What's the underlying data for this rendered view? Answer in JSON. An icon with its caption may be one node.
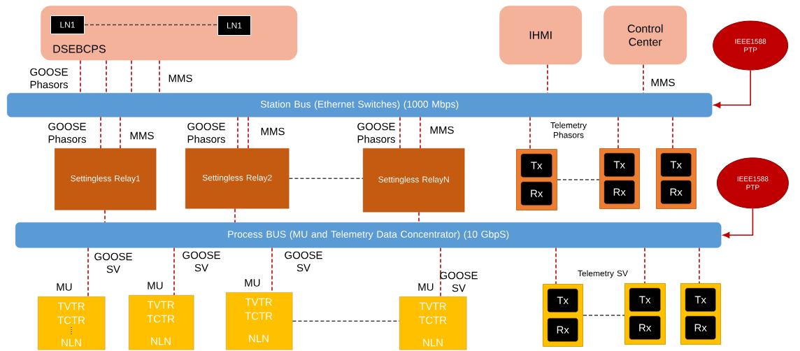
{
  "diagram": {
    "nodes": [
      {
        "text": [
          "DSEBCPS"
        ]
      },
      {
        "text": [
          "LN1"
        ],
        "in": 0
      },
      {
        "text": [
          "LN1"
        ],
        "in": 0
      },
      {
        "text": [
          "IHMI"
        ]
      },
      {
        "text": [
          "Control Center"
        ]
      },
      {
        "text": [
          "IEEE1588 PTP"
        ]
      },
      {
        "text": [
          "Station Bus (Ethernet Switches) (1000 Mbps)"
        ]
      },
      {
        "text": [
          "Settingless Relay1"
        ]
      },
      {
        "text": [
          "Settingless Relay2"
        ]
      },
      {
        "text": [
          "Settingless RelayN"
        ]
      },
      {
        "text": [],
        "shape": "box"
      },
      {
        "text": [
          "Tx"
        ],
        "in": 10
      },
      {
        "text": [
          "Rx"
        ],
        "in": 10
      },
      {
        "text": [],
        "shape": "box"
      },
      {
        "text": [
          "Tx"
        ],
        "in": 13
      },
      {
        "text": [
          "Rx"
        ],
        "in": 13
      },
      {
        "text": [],
        "shape": "box"
      },
      {
        "text": [
          "Tx"
        ],
        "in": 16
      },
      {
        "text": [
          "Rx"
        ],
        "in": 16
      },
      {
        "text": [
          "IEEE1588 PTP"
        ]
      },
      {
        "text": [
          "Process BUS (MU and Telemetry Data Concentrator) (10 GbpS)"
        ]
      },
      {
        "text": [
          "TVTR",
          "TCTR",
          "NLN"
        ],
        "beside": [
          "MU"
        ]
      },
      {
        "text": [
          "TVTR",
          "TCTR",
          "NLN"
        ],
        "beside": [
          "MU"
        ]
      },
      {
        "text": [
          "TVTR",
          "TCTR",
          "NLN"
        ],
        "beside": [
          "MU"
        ]
      },
      {
        "text": [
          "TVTR",
          "TCTR",
          "NLN"
        ],
        "beside": [
          "MU"
        ]
      },
      {
        "text": [],
        "shape": "box"
      },
      {
        "text": [
          "Tx"
        ],
        "in": 25
      },
      {
        "text": [
          "Rx"
        ],
        "in": 25
      },
      {
        "text": [],
        "shape": "box"
      },
      {
        "text": [
          "Tx"
        ],
        "in": 28
      },
      {
        "text": [
          "Rx"
        ],
        "in": 28
      },
      {
        "text": [],
        "shape": "box"
      },
      {
        "text": [
          "Tx"
        ],
        "in": 31
      },
      {
        "text": [
          "Rx"
        ],
        "in": 31
      }
    ],
    "edges": [
      {
        "from": 0,
        "to": 6,
        "arrow": "none",
        "style": "dashed",
        "label": "GOOSE Phasors"
      },
      {
        "from": 0,
        "to": 6,
        "arrow": "none",
        "style": "dashed"
      },
      {
        "from": 0,
        "to": 6,
        "arrow": "none",
        "style": "dashed"
      },
      {
        "from": 0,
        "to": 6,
        "arrow": "none",
        "style": "dashed",
        "label": "MMS"
      },
      {
        "from": 3,
        "to": 6,
        "arrow": "none",
        "style": "dashed"
      },
      {
        "from": 4,
        "to": 6,
        "arrow": "none",
        "style": "dashed",
        "label": "MMS"
      },
      {
        "from": 5,
        "to": 6,
        "arrow": "to"
      },
      {
        "from": 6,
        "to": 7,
        "arrow": "none",
        "style": "dashed",
        "label": "GOOSE Phasors"
      },
      {
        "from": 6,
        "to": 7,
        "arrow": "none",
        "style": "dashed",
        "label": "MMS"
      },
      {
        "from": 6,
        "to": 8,
        "arrow": "none",
        "style": "dashed",
        "label": "GOOSE Phasors"
      },
      {
        "from": 6,
        "to": 8,
        "arrow": "none",
        "style": "dashed",
        "label": "MMS"
      },
      {
        "from": 6,
        "to": 9,
        "arrow": "none",
        "style": "dashed",
        "label": "GOOSE Phasors"
      },
      {
        "from": 6,
        "to": 9,
        "arrow": "none",
        "style": "dashed",
        "label": "MMS"
      },
      {
        "from": 8,
        "to": 9,
        "arrow": "none",
        "style": "dashed",
        "color": "#404040"
      },
      {
        "from": 6,
        "to": 10,
        "arrow": "none",
        "style": "dashed"
      },
      {
        "from": 6,
        "to": 13,
        "arrow": "none",
        "style": "dashed"
      },
      {
        "from": 6,
        "to": 16,
        "arrow": "none",
        "style": "dashed"
      },
      {
        "from": 10,
        "to": 13,
        "arrow": "none",
        "style": "dashed",
        "color": "#404040"
      },
      {
        "from": 7,
        "to": 20,
        "arrow": "none",
        "style": "dashed"
      },
      {
        "from": 8,
        "to": 20,
        "arrow": "none",
        "style": "dashed"
      },
      {
        "from": 9,
        "to": 20,
        "arrow": "none",
        "style": "dashed"
      },
      {
        "from": 19,
        "to": 20,
        "arrow": "to"
      },
      {
        "from": 1,
        "to": 2,
        "arrow": "none",
        "style": "dashed",
        "color": "#404040"
      },
      {
        "from": 20,
        "to": 21,
        "arrow": "none",
        "style": "dashed",
        "label": "GOOSE SV"
      },
      {
        "from": 20,
        "to": 22,
        "arrow": "none",
        "style": "dashed",
        "label": "GOOSE SV"
      },
      {
        "from": 20,
        "to": 23,
        "arrow": "none",
        "style": "dashed",
        "label": "GOOSE SV"
      },
      {
        "from": 20,
        "to": 24,
        "arrow": "none",
        "style": "dashed",
        "label": "GOOSE SV"
      },
      {
        "from": 23,
        "to": 24,
        "arrow": "none",
        "style": "dashed",
        "color": "#404040"
      },
      {
        "from": 20,
        "to": 25,
        "arrow": "none",
        "style": "dashed"
      },
      {
        "from": 20,
        "to": 28,
        "arrow": "none",
        "style": "dashed"
      },
      {
        "from": 20,
        "to": 31,
        "arrow": "none",
        "style": "dashed"
      },
      {
        "from": 25,
        "to": 28,
        "arrow": "none",
        "style": "dashed",
        "color": "#404040"
      }
    ],
    "labels": [
      "Telemetry Phasors",
      "Telemetry SV"
    ]
  }
}
